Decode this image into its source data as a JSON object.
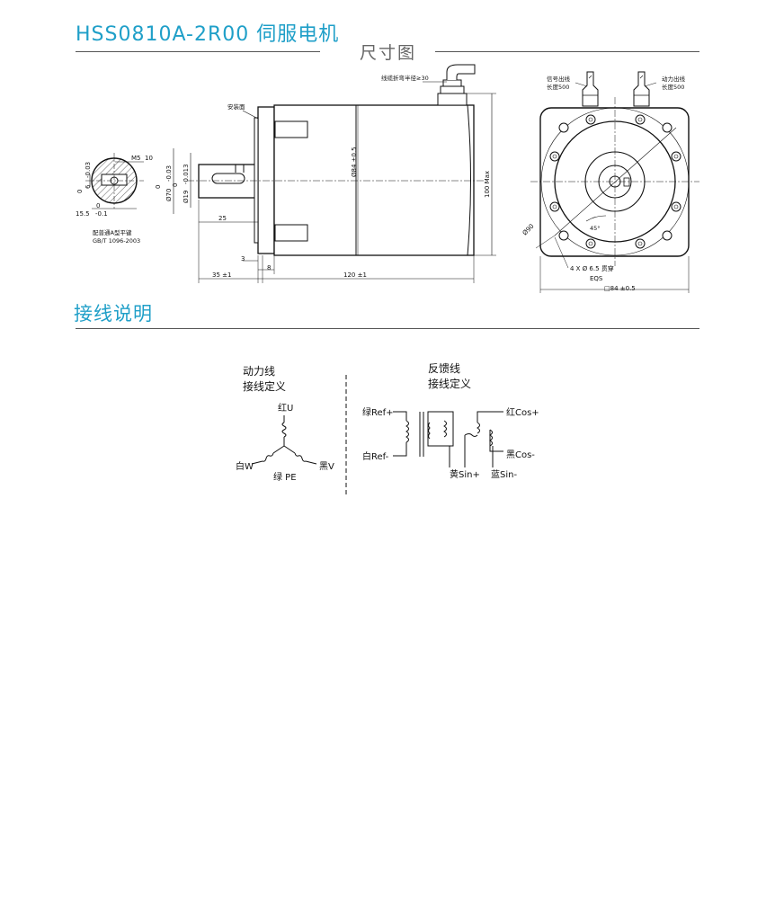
{
  "header": {
    "title": "HSS0810A-2R00 伺服电机",
    "subtitle": "尺寸图"
  },
  "section2": {
    "title": "接线说明"
  },
  "drawing": {
    "key_note_1": "配普通A型平键",
    "key_note_2": "GB/T 1096-2003",
    "thread": "M5",
    "thread_depth": "10",
    "key_w_0": "0",
    "key_w": "6",
    "key_w_tol": "-0.03",
    "key_h_0": "0",
    "key_h": "15.5",
    "key_h_tol": "-0.1",
    "mount_face": "安装面",
    "flange_dia_0": "0",
    "flange_dia": "Ø70",
    "flange_dia_tol": "-0.03",
    "shaft_dia_0": "0",
    "shaft_dia": "Ø19",
    "shaft_dia_tol": "-0.013",
    "shaft_len": "25",
    "dim_3": "3",
    "dim_8": "8",
    "dim_35": "35 ±1",
    "dim_120": "120 ±1",
    "body_dia": "Ø84 ±0.5",
    "cable_bend": "线缆折弯半径≥30",
    "height_max": "100 Max",
    "signal_out_1": "信号出线",
    "signal_out_2": "长度500",
    "power_out_1": "动力出线",
    "power_out_2": "长度500",
    "pcd": "Ø90",
    "angle": "45°",
    "holes": "4 X Ø 6.5 贯穿",
    "eqs": "EQS",
    "square": "□84 ±0.5"
  },
  "wiring": {
    "power_title_1": "动力线",
    "power_title_2": "接线定义",
    "u": "红U",
    "w": "白W",
    "v": "黑V",
    "pe": "绿 PE",
    "fb_title_1": "反馈线",
    "fb_title_2": "接线定义",
    "ref_p": "绿Ref+",
    "ref_n": "白Ref-",
    "cos_p": "红Cos+",
    "cos_n": "黑Cos-",
    "sin_p": "黄Sin+",
    "sin_n": "蓝Sin-"
  }
}
